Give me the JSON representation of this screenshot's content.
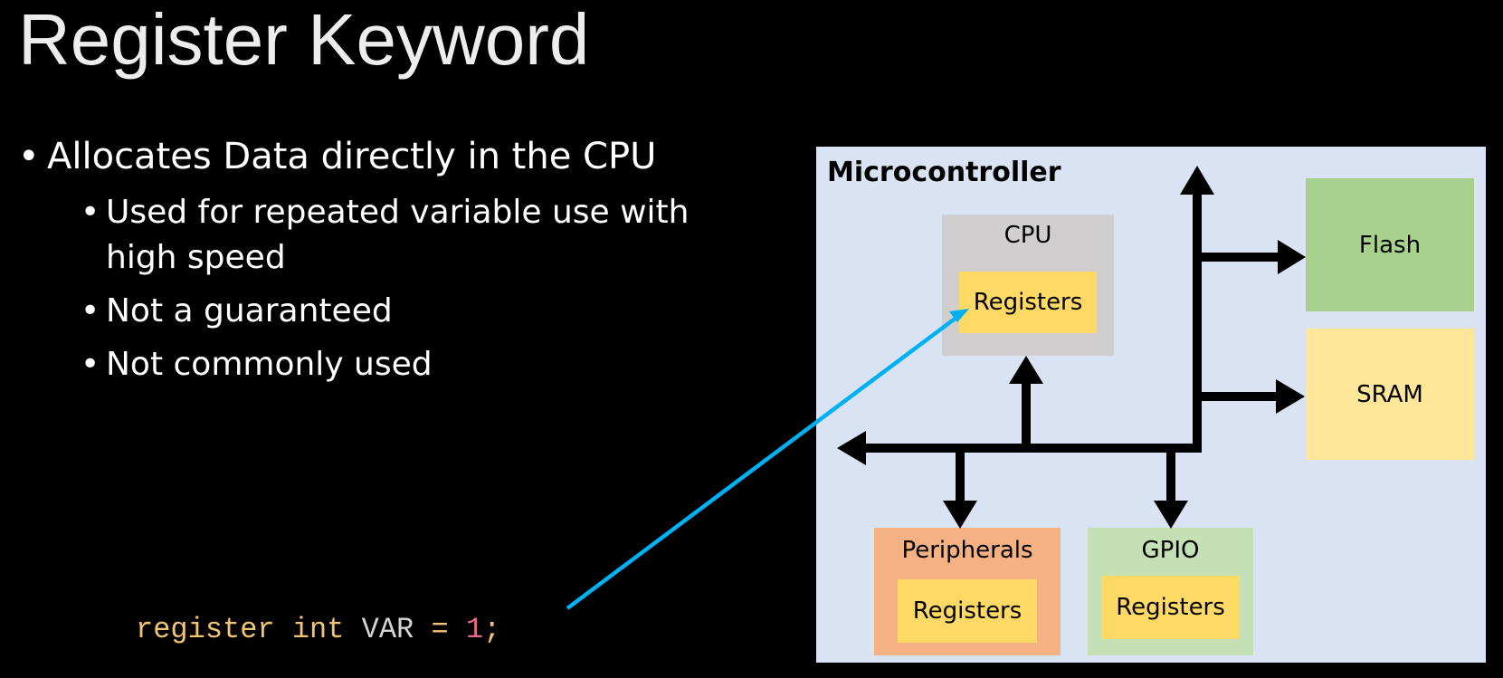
{
  "slide": {
    "title": "Register Keyword",
    "bullets": [
      {
        "text": "Allocates Data directly in the CPU",
        "sub_bullets": [
          {
            "line1": "Used for repeated variable use with",
            "line2": "high speed"
          },
          {
            "line1": "Not a guaranteed"
          },
          {
            "line1": "Not commonly used"
          }
        ]
      }
    ],
    "bullet_glyph": "•",
    "code": {
      "keyword1": "register",
      "keyword2": "int",
      "identifier": "VAR",
      "operator": "=",
      "number": "1",
      "terminator": ";"
    }
  },
  "diagram": {
    "container_label": "Microcontroller",
    "cpu": {
      "label": "CPU",
      "inner": "Registers"
    },
    "flash": {
      "label": "Flash"
    },
    "sram": {
      "label": "SRAM"
    },
    "peripherals": {
      "label": "Peripherals",
      "inner": "Registers"
    },
    "gpio": {
      "label": "GPIO",
      "inner": "Registers"
    }
  },
  "colors": {
    "background": "#000000",
    "container": "#dae3f3",
    "cpu": "#d0cece",
    "registers": "#ffd966",
    "flash": "#a9d18e",
    "sram": "#ffe699",
    "peripherals": "#f4b183",
    "gpio": "#c5e0b4",
    "arrow_pointer": "#00b0f0",
    "bus": "#000000"
  }
}
